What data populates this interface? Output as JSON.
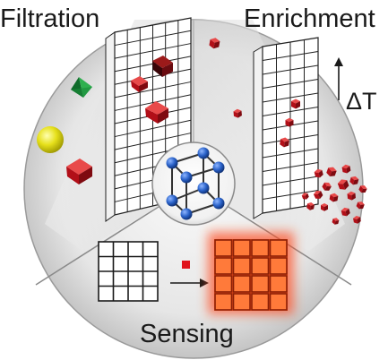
{
  "labels": {
    "filtration": "Filtration",
    "enrichment": "Enrichment",
    "sensing": "Sensing",
    "delta_t": "ΔT"
  },
  "colors": {
    "background": "#ffffff",
    "disk_light": "#e8e8e8",
    "disk_dark": "#bdbdbd",
    "grid_line": "#222222",
    "particle_red": "#c8141e",
    "particle_green": "#1f8a3a",
    "particle_yellow": "#e9e41c",
    "node_blue": "#2a62c9",
    "glow_orange": "#ff5a1e"
  },
  "icons": {
    "center": "cubic-lattice-icon",
    "arrow_up": "up-arrow-icon",
    "arrow_right": "right-arrow-icon"
  }
}
